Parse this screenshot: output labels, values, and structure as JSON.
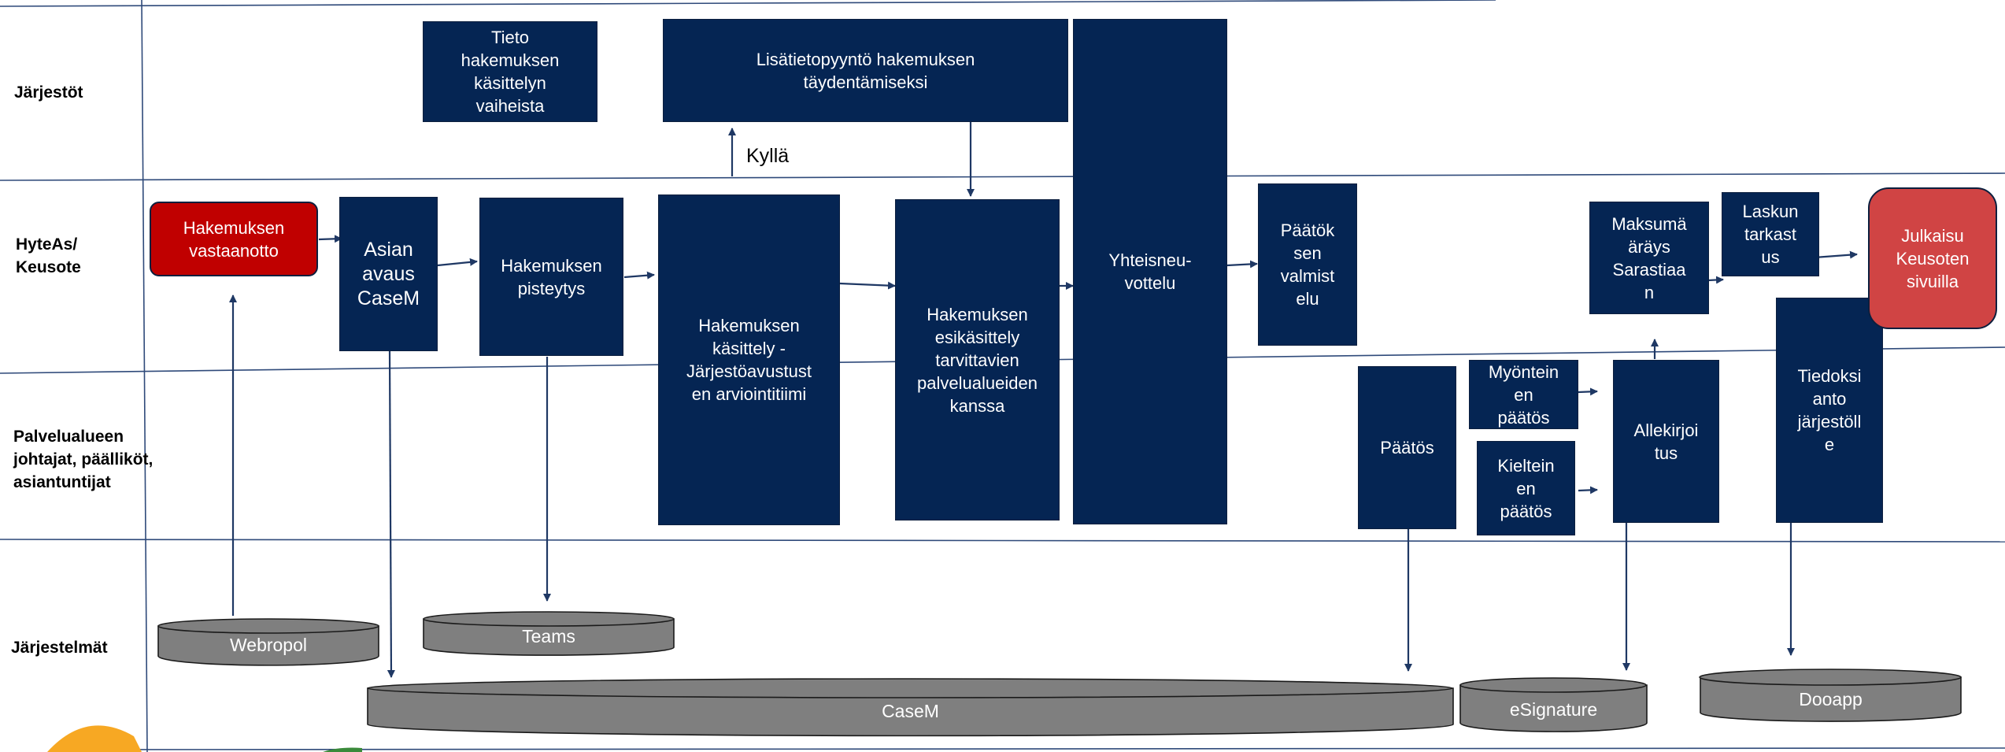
{
  "lanes": {
    "jarjestot": "Järjestöt",
    "hyteas": "HyteAs/\nKeusote",
    "palvelualue": "Palvelualueen\njohtajat, päälliköt,\nasiantuntijat",
    "jarjestelmat": "Järjestelmät"
  },
  "boxes": {
    "tieto": "Tieto\nhakemuksen\nkäsittelyn\nvaiheista",
    "lisatieto": "Lisätietopyyntö hakemuksen\ntäydentämiseksi",
    "vastaanotto": "Hakemuksen\nvastaanotto",
    "asian_avaus": "Asian\navaus\nCaseM",
    "pisteytys": "Hakemuksen\npisteytys",
    "kasittely": "Hakemuksen\nkäsittely -\nJärjestöavustust\nen arviointitiimi",
    "esikasittely": "Hakemuksen\nesikäsittely\ntarvittavien\npalvelualueiden\nkanssa",
    "yhteisneuvottelu": "Yhteisneu-\nvottelu",
    "paatoksen_valmistelu": "Päätök\nsen\nvalmist\nelu",
    "paatos": "Päätös",
    "myonteinen": "Myöntein\nen\npäätös",
    "kielteinen": "Kieltein\nen\npäätös",
    "allekirjoitus": "Allekirjoi\ntus",
    "maksumaarays": "Maksumä\näräys\nSarastiaa\nn",
    "laskun_tarkastus": "Laskun\ntarkast\nus",
    "tiedoksianto": "Tiedoksi\nanto\njärjestöll\ne",
    "julkaisu": "Julkaisu\nKeusoten\nsivuilla"
  },
  "decision_label": "Kyllä",
  "databases": {
    "webropol": "Webropol",
    "teams": "Teams",
    "casem": "CaseM",
    "esignature": "eSignature",
    "dooapp": "Dooapp"
  },
  "colors": {
    "box_fill": "#052553",
    "red_box": "#c00000",
    "red_box_2": "#d04444",
    "db_fill": "#7f7f7f",
    "line": "#1f3864"
  }
}
